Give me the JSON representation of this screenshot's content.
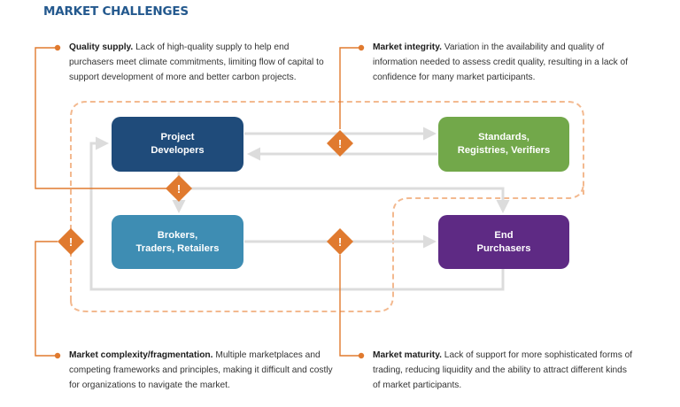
{
  "title": "MARKET CHALLENGES",
  "colors": {
    "accent_orange": "#e07a2f",
    "dashed_outline": "#f3b98f",
    "flow_arrow": "#dcdcdc",
    "title_blue": "#24598e"
  },
  "boxes": {
    "project_developers": {
      "label": "Project\nDevelopers",
      "color": "#1f4b7a"
    },
    "standards": {
      "label": "Standards,\nRegistries, Verifiers",
      "color": "#72a84a"
    },
    "brokers": {
      "label": "Brokers,\nTraders, Retailers",
      "color": "#3e8db3"
    },
    "end_purchasers": {
      "label": "End\nPurchasers",
      "color": "#5e2a84"
    }
  },
  "callouts": {
    "quality_supply": {
      "heading": "Quality supply.",
      "text": "Lack of high-quality supply to help end purchasers meet climate commitments, limiting flow of capital to support development of more and better carbon projects."
    },
    "market_integrity": {
      "heading": "Market integrity.",
      "text": "Variation in the availability and quality of information needed to assess credit quality, resulting in a lack of confidence for many market participants."
    },
    "complexity": {
      "heading": "Market complexity/fragmentation.",
      "text": "Multiple marketplaces and competing frameworks and principles, making it difficult and costly for organizations to navigate the market."
    },
    "maturity": {
      "heading": "Market maturity.",
      "text": "Lack of support for more sophisticated forms of trading, reducing liquidity and the ability to attract different kinds of market participants."
    }
  },
  "warning_symbol": "!"
}
